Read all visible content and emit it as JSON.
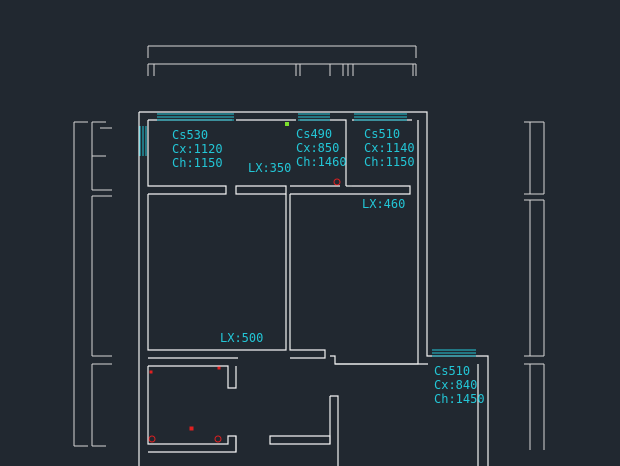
{
  "colors": {
    "background": "#212830",
    "wall": "#f2f2f2",
    "dimension": "#d6d6d6",
    "window": "#23c6d6",
    "label": "#23c6d6",
    "marker": "#e02020",
    "node": "#7ce02c"
  },
  "windows": [
    {
      "cs": "Cs530",
      "cx": "Cx:1120",
      "ch": "Ch:1150"
    },
    {
      "cs": "Cs490",
      "cx": "Cx:850",
      "ch": "Ch:1460"
    },
    {
      "cs": "Cs510",
      "cx": "Cx:1140",
      "ch": "Ch:1150"
    },
    {
      "cs": "Cs510",
      "cx": "Cx:840",
      "ch": "Ch:1450"
    }
  ],
  "doorways": [
    {
      "label": "LX:350"
    },
    {
      "label": "LX:460"
    },
    {
      "label": "LX:500"
    }
  ]
}
